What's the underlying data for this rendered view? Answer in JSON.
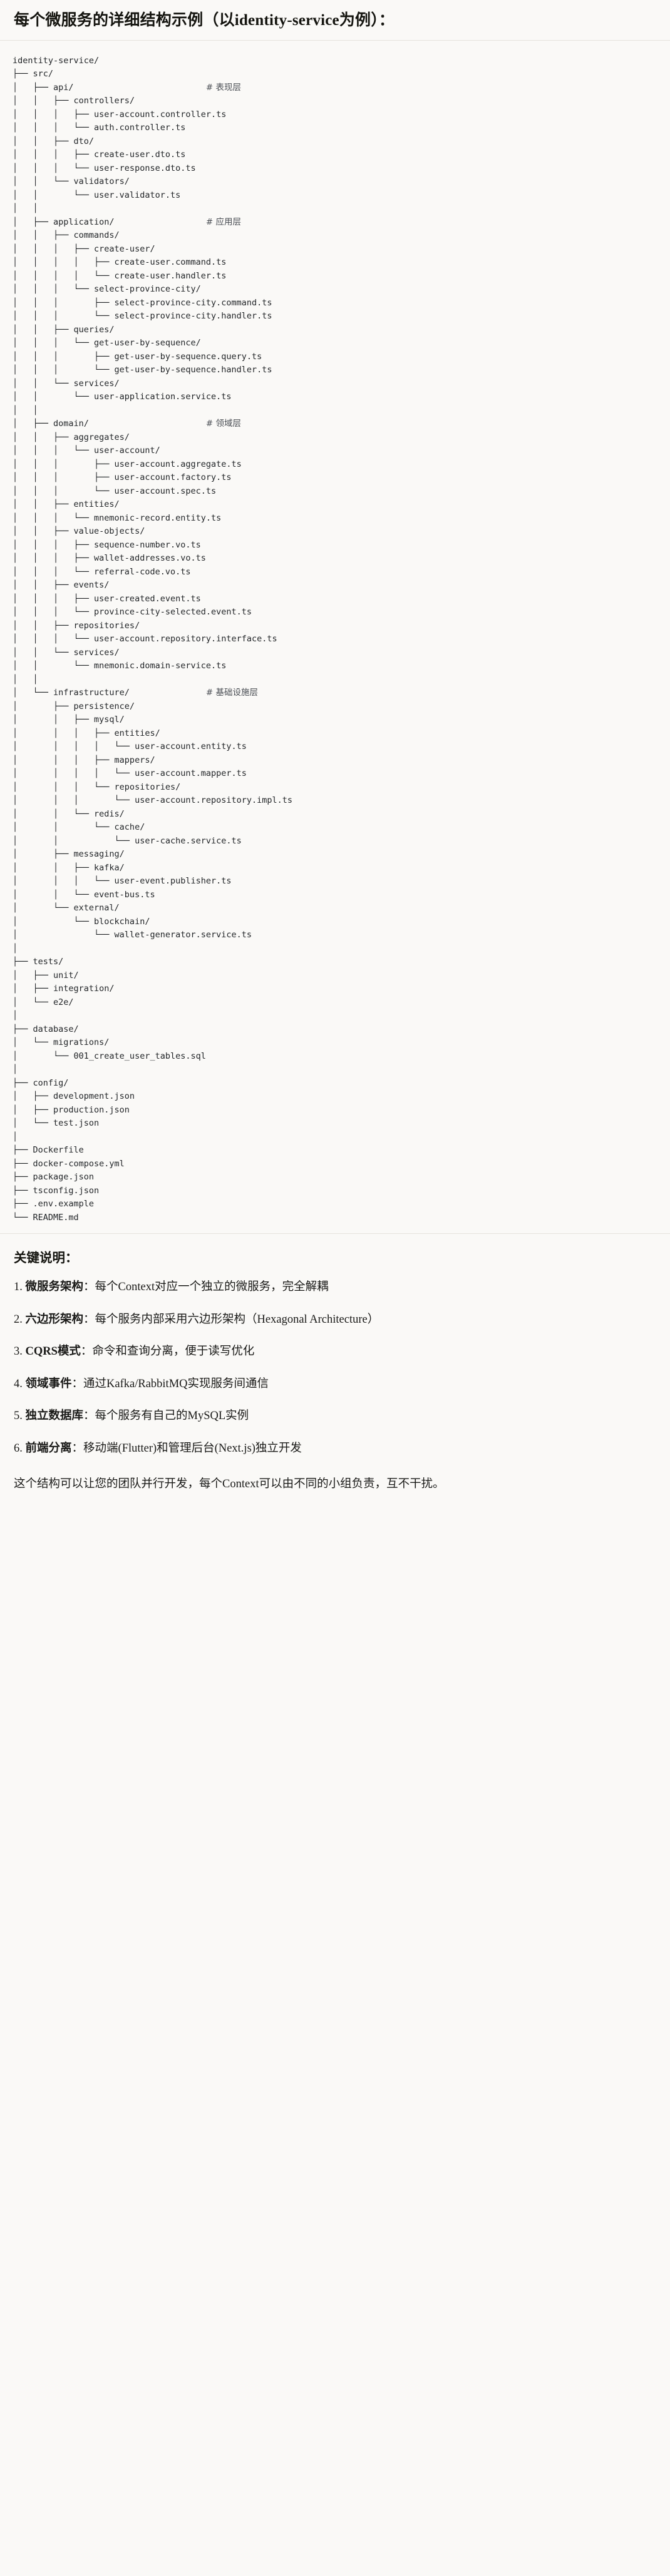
{
  "document": {
    "heading": "每个微服务的详细结构示例（以identity-service为例）：",
    "code_block": {
      "language": "text",
      "root": "identity-service/",
      "lines": [
        {
          "text": "identity-service/",
          "comment": ""
        },
        {
          "text": "├── src/",
          "comment": ""
        },
        {
          "text": "│   ├── api/",
          "comment": "# 表现层"
        },
        {
          "text": "│   │   ├── controllers/",
          "comment": ""
        },
        {
          "text": "│   │   │   ├── user-account.controller.ts",
          "comment": ""
        },
        {
          "text": "│   │   │   └── auth.controller.ts",
          "comment": ""
        },
        {
          "text": "│   │   ├── dto/",
          "comment": ""
        },
        {
          "text": "│   │   │   ├── create-user.dto.ts",
          "comment": ""
        },
        {
          "text": "│   │   │   └── user-response.dto.ts",
          "comment": ""
        },
        {
          "text": "│   │   └── validators/",
          "comment": ""
        },
        {
          "text": "│   │       └── user.validator.ts",
          "comment": ""
        },
        {
          "text": "│   │",
          "comment": ""
        },
        {
          "text": "│   ├── application/",
          "comment": "# 应用层"
        },
        {
          "text": "│   │   ├── commands/",
          "comment": ""
        },
        {
          "text": "│   │   │   ├── create-user/",
          "comment": ""
        },
        {
          "text": "│   │   │   │   ├── create-user.command.ts",
          "comment": ""
        },
        {
          "text": "│   │   │   │   └── create-user.handler.ts",
          "comment": ""
        },
        {
          "text": "│   │   │   └── select-province-city/",
          "comment": ""
        },
        {
          "text": "│   │   │       ├── select-province-city.command.ts",
          "comment": ""
        },
        {
          "text": "│   │   │       └── select-province-city.handler.ts",
          "comment": ""
        },
        {
          "text": "│   │   ├── queries/",
          "comment": ""
        },
        {
          "text": "│   │   │   └── get-user-by-sequence/",
          "comment": ""
        },
        {
          "text": "│   │   │       ├── get-user-by-sequence.query.ts",
          "comment": ""
        },
        {
          "text": "│   │   │       └── get-user-by-sequence.handler.ts",
          "comment": ""
        },
        {
          "text": "│   │   └── services/",
          "comment": ""
        },
        {
          "text": "│   │       └── user-application.service.ts",
          "comment": ""
        },
        {
          "text": "│   │",
          "comment": ""
        },
        {
          "text": "│   ├── domain/",
          "comment": "# 领域层"
        },
        {
          "text": "│   │   ├── aggregates/",
          "comment": ""
        },
        {
          "text": "│   │   │   └── user-account/",
          "comment": ""
        },
        {
          "text": "│   │   │       ├── user-account.aggregate.ts",
          "comment": ""
        },
        {
          "text": "│   │   │       ├── user-account.factory.ts",
          "comment": ""
        },
        {
          "text": "│   │   │       └── user-account.spec.ts",
          "comment": ""
        },
        {
          "text": "│   │   ├── entities/",
          "comment": ""
        },
        {
          "text": "│   │   │   └── mnemonic-record.entity.ts",
          "comment": ""
        },
        {
          "text": "│   │   ├── value-objects/",
          "comment": ""
        },
        {
          "text": "│   │   │   ├── sequence-number.vo.ts",
          "comment": ""
        },
        {
          "text": "│   │   │   ├── wallet-addresses.vo.ts",
          "comment": ""
        },
        {
          "text": "│   │   │   └── referral-code.vo.ts",
          "comment": ""
        },
        {
          "text": "│   │   ├── events/",
          "comment": ""
        },
        {
          "text": "│   │   │   ├── user-created.event.ts",
          "comment": ""
        },
        {
          "text": "│   │   │   └── province-city-selected.event.ts",
          "comment": ""
        },
        {
          "text": "│   │   ├── repositories/",
          "comment": ""
        },
        {
          "text": "│   │   │   └── user-account.repository.interface.ts",
          "comment": ""
        },
        {
          "text": "│   │   └── services/",
          "comment": ""
        },
        {
          "text": "│   │       └── mnemonic.domain-service.ts",
          "comment": ""
        },
        {
          "text": "│   │",
          "comment": ""
        },
        {
          "text": "│   └── infrastructure/",
          "comment": "# 基础设施层"
        },
        {
          "text": "│       ├── persistence/",
          "comment": ""
        },
        {
          "text": "│       │   ├── mysql/",
          "comment": ""
        },
        {
          "text": "│       │   │   ├── entities/",
          "comment": ""
        },
        {
          "text": "│       │   │   │   └── user-account.entity.ts",
          "comment": ""
        },
        {
          "text": "│       │   │   ├── mappers/",
          "comment": ""
        },
        {
          "text": "│       │   │   │   └── user-account.mapper.ts",
          "comment": ""
        },
        {
          "text": "│       │   │   └── repositories/",
          "comment": ""
        },
        {
          "text": "│       │   │       └── user-account.repository.impl.ts",
          "comment": ""
        },
        {
          "text": "│       │   └── redis/",
          "comment": ""
        },
        {
          "text": "│       │       └── cache/",
          "comment": ""
        },
        {
          "text": "│       │           └── user-cache.service.ts",
          "comment": ""
        },
        {
          "text": "│       ├── messaging/",
          "comment": ""
        },
        {
          "text": "│       │   ├── kafka/",
          "comment": ""
        },
        {
          "text": "│       │   │   └── user-event.publisher.ts",
          "comment": ""
        },
        {
          "text": "│       │   └── event-bus.ts",
          "comment": ""
        },
        {
          "text": "│       └── external/",
          "comment": ""
        },
        {
          "text": "│           └── blockchain/",
          "comment": ""
        },
        {
          "text": "│               └── wallet-generator.service.ts",
          "comment": ""
        },
        {
          "text": "│",
          "comment": ""
        },
        {
          "text": "├── tests/",
          "comment": ""
        },
        {
          "text": "│   ├── unit/",
          "comment": ""
        },
        {
          "text": "│   ├── integration/",
          "comment": ""
        },
        {
          "text": "│   └── e2e/",
          "comment": ""
        },
        {
          "text": "│",
          "comment": ""
        },
        {
          "text": "├── database/",
          "comment": ""
        },
        {
          "text": "│   └── migrations/",
          "comment": ""
        },
        {
          "text": "│       └── 001_create_user_tables.sql",
          "comment": ""
        },
        {
          "text": "│",
          "comment": ""
        },
        {
          "text": "├── config/",
          "comment": ""
        },
        {
          "text": "│   ├── development.json",
          "comment": ""
        },
        {
          "text": "│   ├── production.json",
          "comment": ""
        },
        {
          "text": "│   └── test.json",
          "comment": ""
        },
        {
          "text": "│",
          "comment": ""
        },
        {
          "text": "├── Dockerfile",
          "comment": ""
        },
        {
          "text": "├── docker-compose.yml",
          "comment": ""
        },
        {
          "text": "├── package.json",
          "comment": ""
        },
        {
          "text": "├── tsconfig.json",
          "comment": ""
        },
        {
          "text": "├── .env.example",
          "comment": ""
        },
        {
          "text": "└── README.md",
          "comment": ""
        }
      ],
      "comment_column": 38
    },
    "notes": {
      "title": "关键说明：",
      "items": [
        {
          "num": "1.",
          "term": "微服务架构",
          "sep": "：",
          "desc": "每个Context对应一个独立的微服务，完全解耦"
        },
        {
          "num": "2.",
          "term": "六边形架构",
          "sep": "：",
          "desc": "每个服务内部采用六边形架构（Hexagonal Architecture）"
        },
        {
          "num": "3.",
          "term": "CQRS模式",
          "sep": "：",
          "desc": "命令和查询分离，便于读写优化"
        },
        {
          "num": "4.",
          "term": "领域事件",
          "sep": "：",
          "desc": "通过Kafka/RabbitMQ实现服务间通信"
        },
        {
          "num": "5.",
          "term": "独立数据库",
          "sep": "：",
          "desc": "每个服务有自己的MySQL实例"
        },
        {
          "num": "6.",
          "term": "前端分离",
          "sep": "：",
          "desc": "移动端(Flutter)和管理后台(Next.js)独立开发"
        }
      ],
      "closing": "这个结构可以让您的团队并行开发，每个Context可以由不同的小组负责，互不干扰。"
    },
    "colors": {
      "background": "#faf9f7",
      "text": "#1a1a18",
      "code_text": "#232629",
      "comment_text": "#4b4f55",
      "rule": "#e6e3dd"
    }
  }
}
